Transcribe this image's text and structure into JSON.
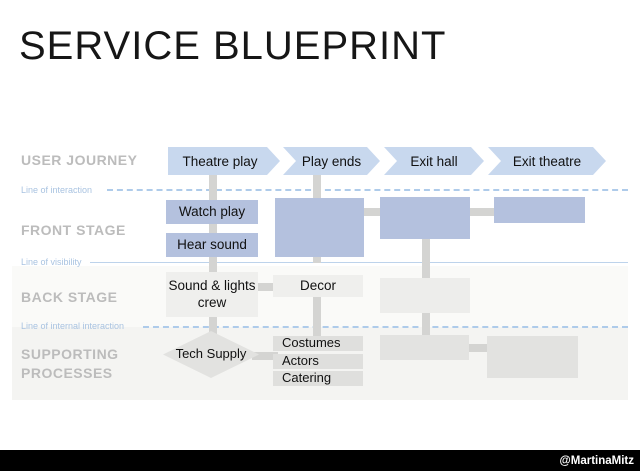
{
  "title": "SERVICE BLUEPRINT",
  "lanes": {
    "user_journey": "USER JOURNEY",
    "front_stage": "FRONT STAGE",
    "back_stage": "BACK STAGE",
    "supporting": "SUPPORTING PROCESSES"
  },
  "separator_lines": {
    "interaction": "Line of interaction",
    "visibility": "Line of visibility",
    "internal": "Line of internal interaction"
  },
  "journey": {
    "steps": [
      "Theatre play",
      "Play ends",
      "Exit hall",
      "Exit theatre"
    ]
  },
  "front_stage": {
    "boxes": [
      "Watch play",
      "Hear sound"
    ]
  },
  "back_stage": {
    "boxes": [
      "Sound & lights crew",
      "Decor"
    ]
  },
  "supporting": {
    "diamond": "Tech Supply",
    "boxes": [
      "Costumes",
      "Actors",
      "Catering"
    ]
  },
  "footer": {
    "credit": "@MartinaMitz"
  },
  "colors": {
    "journey_arrow": "#c8d8ee",
    "front_stage_box": "#b4c1de",
    "back_stage_box": "#efefed",
    "supporting_box": "#dfdfdd",
    "connector": "#d4d4d2",
    "lane_label": "#bcbcbc",
    "separator_blue": "#aecbea",
    "footer_bar": "#000000"
  }
}
